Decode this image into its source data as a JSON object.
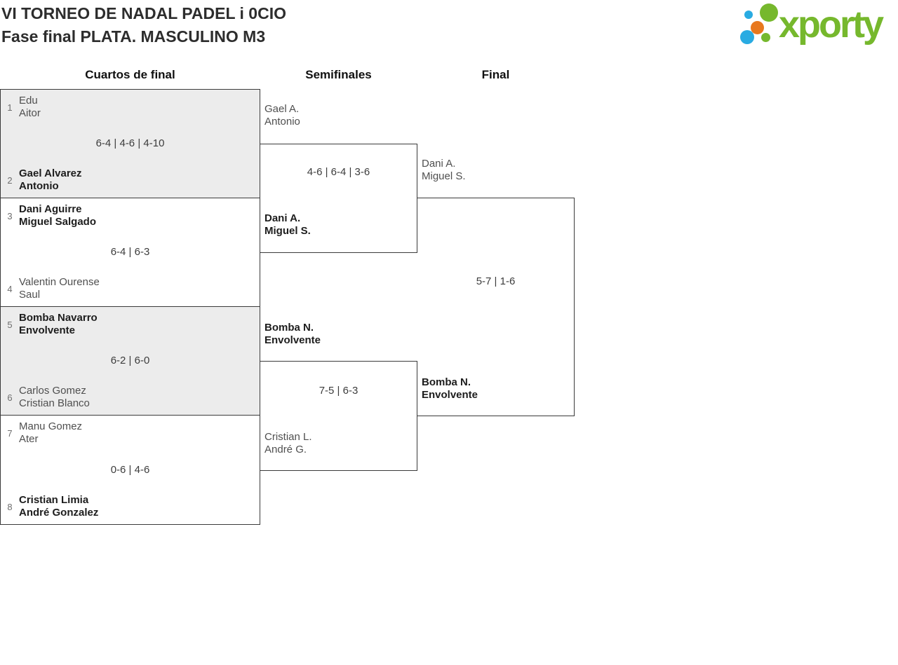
{
  "title": {
    "line1": "VI TORNEO DE NADAL PADEL i 0CIO",
    "line2": "Fase final PLATA. MASCULINO M3"
  },
  "logo": {
    "text": "xporty",
    "colors": {
      "green": "#76b82d",
      "blue": "#29abe2",
      "orange": "#e8781e"
    },
    "dots": [
      "blue-small-top",
      "green-large",
      "orange-center",
      "blue-large-bottom",
      "green-small-bottom"
    ]
  },
  "round_headers": [
    "Cuartos de final",
    "Semifinales",
    "Final"
  ],
  "bracket_colors": {
    "border": "#3a3a3a",
    "shaded_box": "#ececec",
    "winner_text": "#1d1d1d",
    "normal_text": "#4f4f4f"
  },
  "quarterfinals": [
    {
      "seed1": "1",
      "team1_line1": "Edu",
      "team1_line2": "Aitor",
      "team1_winner": false,
      "score": "6-4 | 4-6 | 4-10",
      "seed2": "2",
      "team2_line1": "Gael Alvarez",
      "team2_line2": "Antonio",
      "team2_winner": true
    },
    {
      "seed1": "3",
      "team1_line1": "Dani Aguirre",
      "team1_line2": "Miguel Salgado",
      "team1_winner": true,
      "score": "6-4 | 6-3",
      "seed2": "4",
      "team2_line1": "Valentin Ourense",
      "team2_line2": "Saul",
      "team2_winner": false
    },
    {
      "seed1": "5",
      "team1_line1": "Bomba Navarro",
      "team1_line2": "Envolvente",
      "team1_winner": true,
      "score": "6-2 | 6-0",
      "seed2": "6",
      "team2_line1": "Carlos Gomez",
      "team2_line2": "Cristian Blanco",
      "team2_winner": false
    },
    {
      "seed1": "7",
      "team1_line1": "Manu Gomez",
      "team1_line2": "Ater",
      "team1_winner": false,
      "score": "0-6 | 4-6",
      "seed2": "8",
      "team2_line1": "Cristian Limia",
      "team2_line2": "André Gonzalez",
      "team2_winner": true
    }
  ],
  "semifinals": [
    {
      "team1_line1": "Gael A.",
      "team1_line2": "Antonio",
      "team1_winner": false,
      "score": "4-6 | 6-4 | 3-6",
      "team2_line1": "Dani A.",
      "team2_line2": "Miguel S.",
      "team2_winner": true
    },
    {
      "team1_line1": "Bomba N.",
      "team1_line2": "Envolvente",
      "team1_winner": true,
      "score": "7-5 | 6-3",
      "team2_line1": "Cristian L.",
      "team2_line2": "André G.",
      "team2_winner": false
    }
  ],
  "final": {
    "team1_line1": "Dani A.",
    "team1_line2": "Miguel S.",
    "team1_winner": false,
    "score": "5-7 | 1-6",
    "team2_line1": "Bomba N.",
    "team2_line2": "Envolvente",
    "team2_winner": true
  }
}
